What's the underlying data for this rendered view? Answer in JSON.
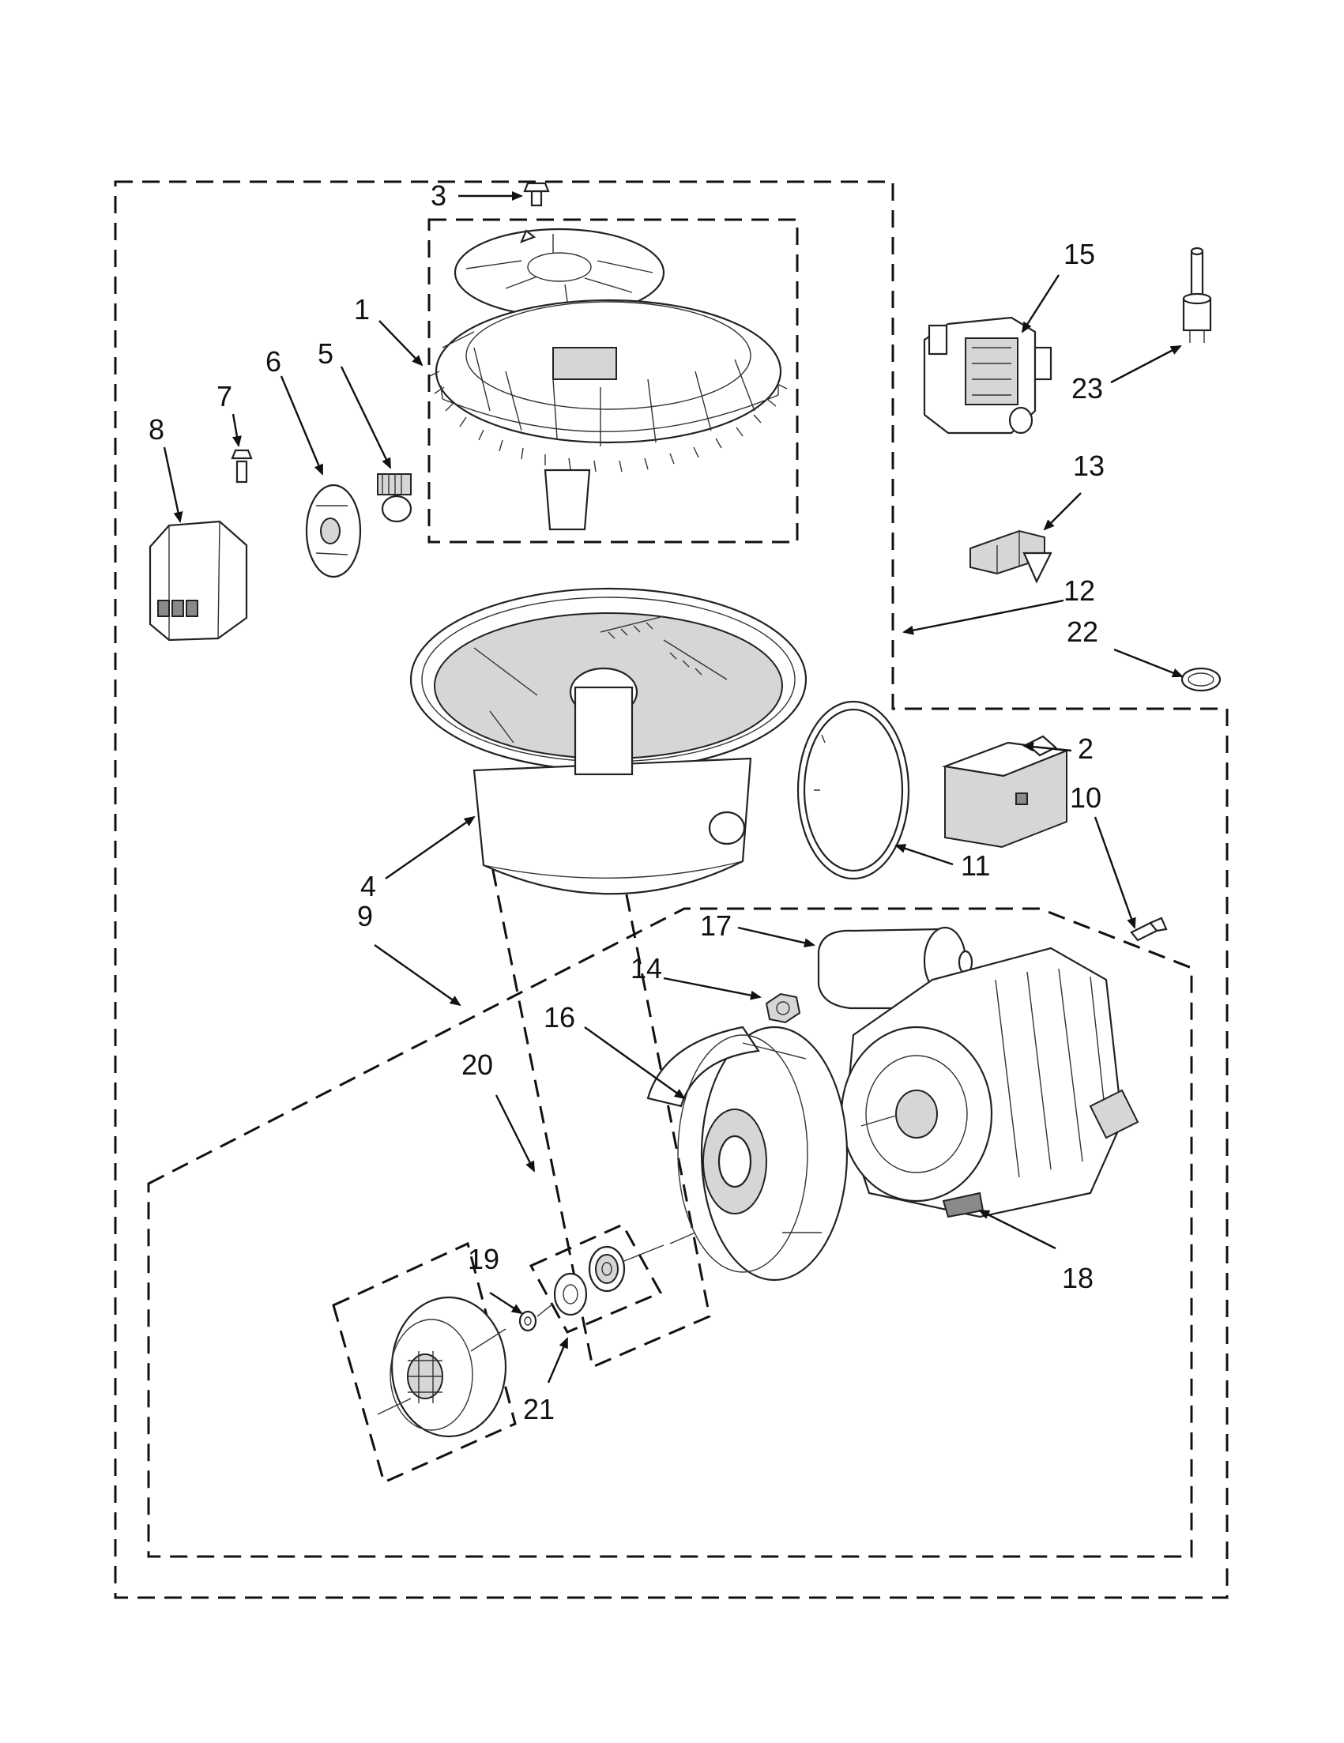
{
  "diagram": {
    "callouts": [
      "1",
      "2",
      "3",
      "4",
      "5",
      "6",
      "7",
      "8",
      "9",
      "10",
      "11",
      "12",
      "13",
      "14",
      "15",
      "16",
      "17",
      "18",
      "19",
      "20",
      "21",
      "22",
      "23"
    ]
  },
  "icons": {
    "assembly-group-outline": "dashed-border",
    "callout-arrow": "arrow-line"
  }
}
